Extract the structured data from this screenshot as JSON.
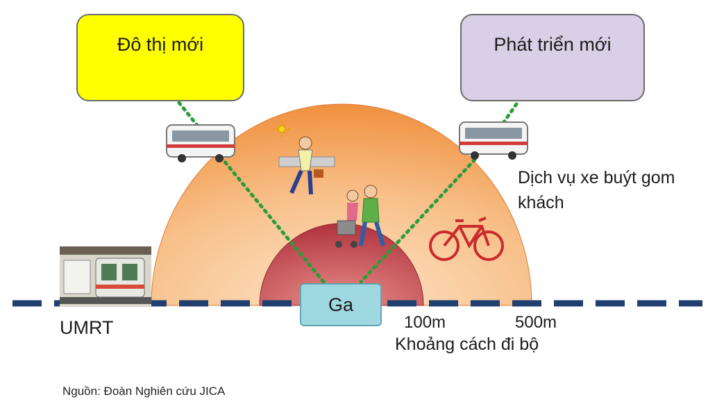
{
  "diagram": {
    "boxes": {
      "left": "Đô thị mới",
      "right": "Phát triển mới"
    },
    "station_label": "Ga",
    "bus_service_label": "Dịch vụ xe buýt gom khách",
    "rail_label": "UMRT",
    "distance_labels": {
      "inner": "100m",
      "outer": "500m"
    },
    "axis_label": "Khoảng cách đi bộ",
    "source_note": "Nguồn: Đoàn Nghiên cứu JICA",
    "colors": {
      "outer_zone": "#f5a35a",
      "inner_zone": "#b83a48",
      "new_city_box": "#ffff00",
      "new_development_box": "#d9cfe6",
      "station_box": "#9fd8e0",
      "rail_line": "#1f3f70",
      "dotted_link": "#2a9d3a"
    },
    "icons": [
      "train-icon",
      "bus-icon",
      "pedestrian-icon",
      "family-stroller-icon",
      "bicycle-icon",
      "sun-icon"
    ]
  }
}
